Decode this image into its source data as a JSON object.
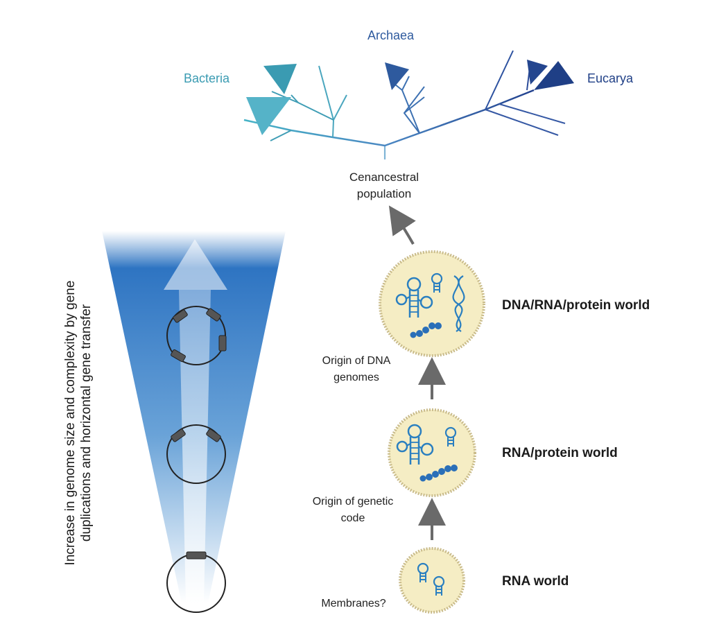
{
  "domains": {
    "bacteria": "Bacteria",
    "archaea": "Archaea",
    "eucarya": "Eucarya"
  },
  "root_label": {
    "line1": "Cenancestral",
    "line2": "population"
  },
  "stages": {
    "rna_world": "RNA world",
    "rna_protein_world": "RNA/protein world",
    "dna_rna_protein_world": "DNA/RNA/protein world"
  },
  "transitions": {
    "membranes": "Membranes?",
    "genetic_code": {
      "line1": "Origin of genetic",
      "line2": "code"
    },
    "dna_genomes": {
      "line1": "Origin of DNA",
      "line2": "genomes"
    }
  },
  "genome_axis_label": {
    "line1": "Increase in genome size and complexity by gene",
    "line2": "duplications and horizontal gene transfer"
  },
  "colors": {
    "bacteria": "#3a9bb2",
    "archaea": "#2e5a9e",
    "eucarya": "#1f3f86",
    "cone": "#2a6fc0",
    "cell_fill": "#f5edc4",
    "cell_border": "#c9bb8a",
    "molecule": "#2a7fc0",
    "arrow": "#6a6a6a"
  }
}
